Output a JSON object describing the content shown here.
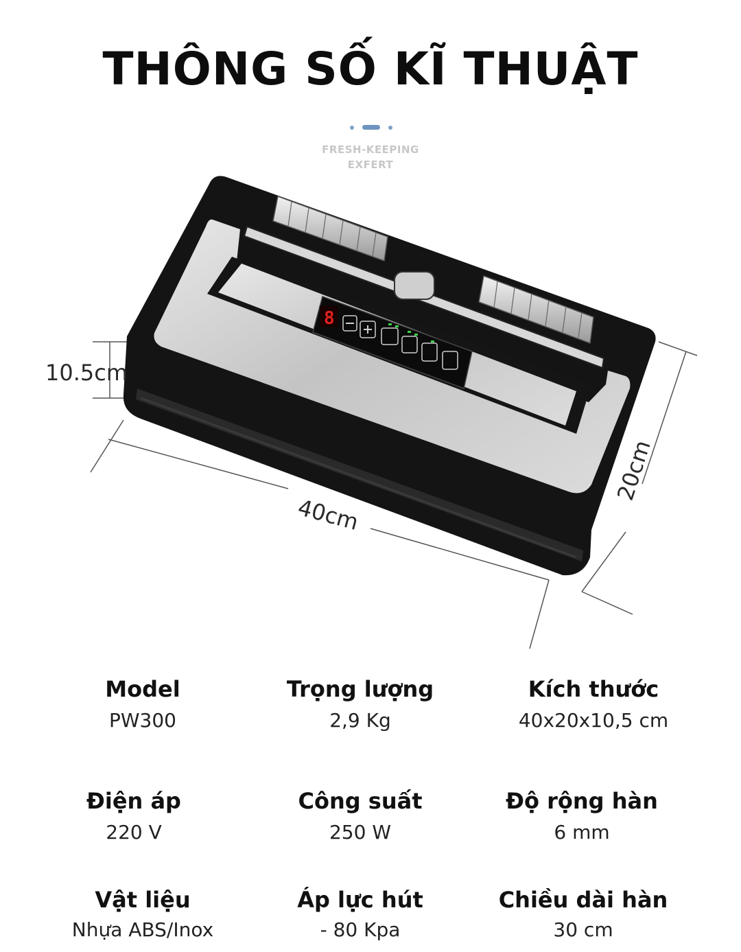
{
  "title": "THÔNG SỐ KĨ THUẬT",
  "brand": {
    "line1": "FRESH-KEEPING",
    "line2": "EXFERT"
  },
  "display_digit": "8",
  "dimensions": {
    "height": "10.5cm",
    "width": "40cm",
    "depth": "20cm"
  },
  "specs": [
    {
      "label": "Model",
      "value": "PW300"
    },
    {
      "label": "Trọng lượng",
      "value": "2,9 Kg"
    },
    {
      "label": "Kích thước",
      "value": "40x20x10,5 cm"
    },
    {
      "label": "Điện áp",
      "value": "220 V"
    },
    {
      "label": "Công suất",
      "value": "250 W"
    },
    {
      "label": "Độ rộng hàn",
      "value": "6 mm"
    },
    {
      "label": "Vật liệu",
      "value": "Nhựa ABS/Inox"
    },
    {
      "label": "Áp lực hút",
      "value": "- 80 Kpa"
    },
    {
      "label": "Chiều dài hàn",
      "value": "30 cm"
    }
  ],
  "colors": {
    "accent": "#6f94bf",
    "body": "#111111",
    "panel": "#c9c9c9",
    "display": "#e02020"
  }
}
